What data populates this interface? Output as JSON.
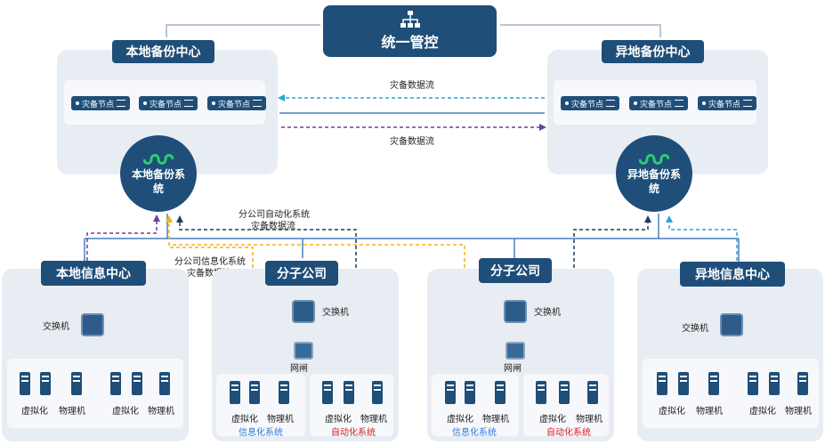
{
  "central": {
    "title": "统一管控",
    "icon": "hierarchy-icon"
  },
  "local_backup_center": {
    "title": "本地备份中心",
    "nodes": [
      "灾备节点",
      "灾备节点",
      "灾备节点"
    ],
    "system": [
      "本地备份系",
      "统"
    ]
  },
  "remote_backup_center": {
    "title": "异地备份中心",
    "nodes": [
      "灾备节点",
      "灾备节点",
      "灾备节点"
    ],
    "system": [
      "异地备份系",
      "统"
    ]
  },
  "flows": {
    "top": "灾备数据流",
    "bottom": "灾备数据流"
  },
  "annotations": {
    "branch_auto": [
      "分公司自动化系统",
      "灾备数据流"
    ],
    "branch_info": [
      "分公司信息化系统",
      "灾备数据流"
    ]
  },
  "local_info_center": {
    "title": "本地信息中心",
    "switch": "交换机",
    "labels": [
      "虚拟化",
      "物理机",
      "虚拟化",
      "物理机"
    ]
  },
  "branch1": {
    "title": "分子公司",
    "switch": "交换机",
    "gateway": "网闸",
    "labels": [
      "虚拟化",
      "物理机",
      "虚拟化",
      "物理机"
    ],
    "sys_info": "信息化系统",
    "sys_auto": "自动化系统"
  },
  "branch2": {
    "title": "分子公司",
    "switch": "交换机",
    "gateway": "网闸",
    "labels": [
      "虚拟化",
      "物理机",
      "虚拟化",
      "物理机"
    ],
    "sys_info": "信息化系统",
    "sys_auto": "自动化系统"
  },
  "remote_info_center": {
    "title": "异地信息中心",
    "switch": "交换机",
    "labels": [
      "虚拟化",
      "物理机",
      "虚拟化",
      "物理机"
    ]
  },
  "colors": {
    "navy": "#1f4e79",
    "panel": "#e8edf3",
    "blue_line": "#4a7fc1",
    "cyan_dash": "#27a3e0",
    "purple_dash": "#6b3fa0",
    "yellow_dash": "#f2b21b",
    "dark_dash": "#1f3b5c",
    "red_line": "#d62020"
  }
}
